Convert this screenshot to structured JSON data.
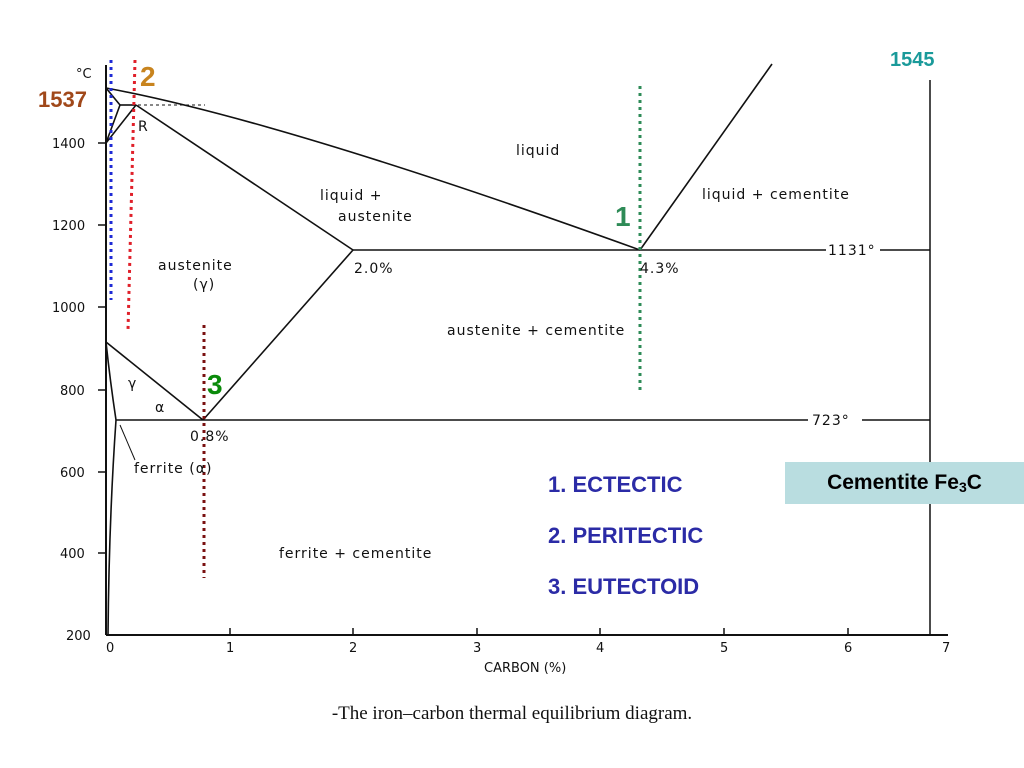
{
  "y_unit": "°C",
  "x_axis_label": "CARBON (%)",
  "y_ticks": [
    "1400",
    "1200",
    "1000",
    "800",
    "600",
    "400",
    "200"
  ],
  "x_ticks": [
    "0",
    "1",
    "2",
    "3",
    "4",
    "5",
    "6",
    "7"
  ],
  "temperatures": {
    "left_1537": "1537",
    "right_1545": "1545",
    "eutectic_line": "1131°",
    "eutectoid_line": "723°"
  },
  "point_labels": {
    "peritectic": "R",
    "austenite_max": "2.0%",
    "eutectic": "4.3%",
    "eutectoid": "0.8%"
  },
  "regions": {
    "liquid": "liquid",
    "liquid_austenite_1": "liquid +",
    "liquid_austenite_2": "austenite",
    "liquid_cementite": "liquid + cementite",
    "austenite_1": "austenite",
    "austenite_2": "(γ)",
    "austenite_cementite": "austenite + cementite",
    "gamma": "γ",
    "alpha": "α",
    "ferrite": "ferrite (α)",
    "ferrite_cementite": "ferrite + cementite"
  },
  "markers": [
    {
      "id": "1",
      "color": "#2e8b57"
    },
    {
      "id": "2",
      "color": "#c8841e"
    },
    {
      "id": "3",
      "color": "#0a8a0a"
    }
  ],
  "marker_colors": {
    "blue": "#1f2bd6",
    "red": "#e0202a",
    "green": "#2e8b57",
    "maroon": "#7a1010"
  },
  "legend": [
    "1.  ECTECTIC",
    "2.  PERITECTIC",
    "3.  EUTECTOID"
  ],
  "legend_color": "#2b2ba6",
  "cementite_box": {
    "text": "Cementite Fe",
    "sub": "3",
    "suffix": "C"
  },
  "caption": "-The iron–carbon thermal equilibrium diagram."
}
